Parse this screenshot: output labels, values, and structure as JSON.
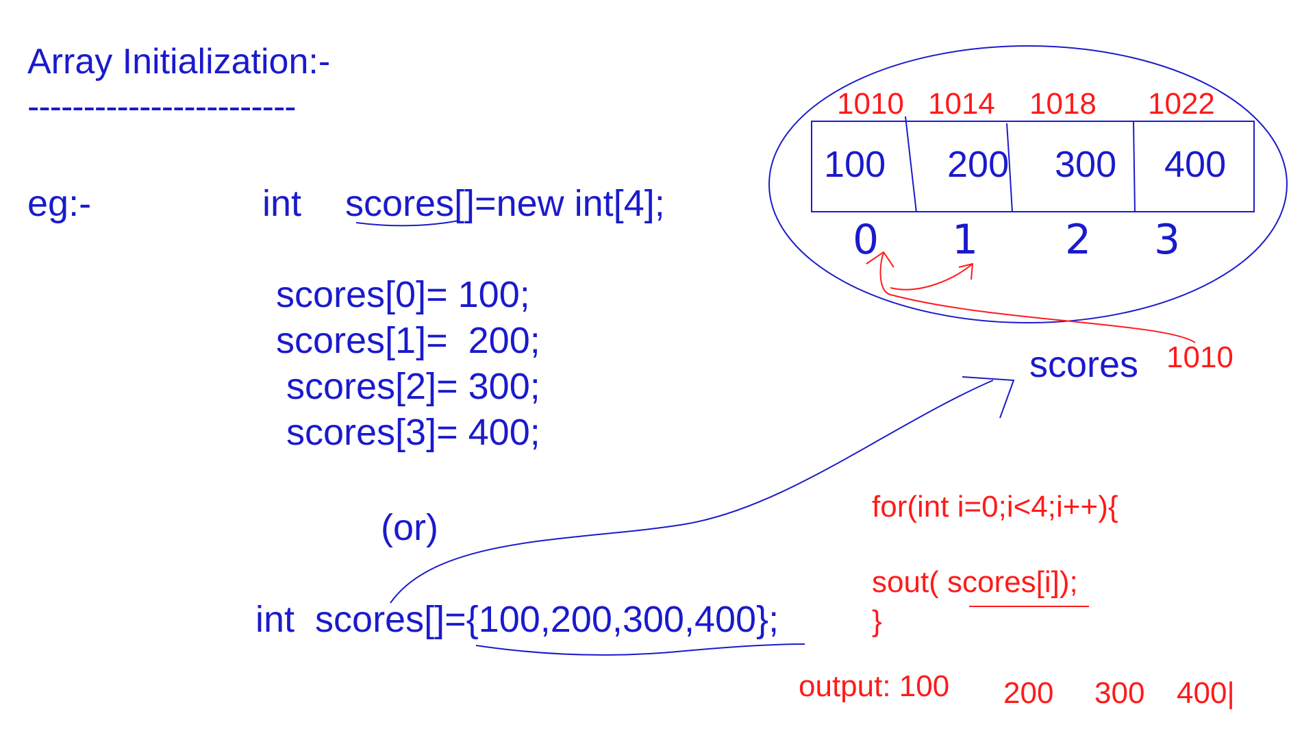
{
  "title": "Array Initialization:-",
  "title_underline": "------------------------",
  "example_label": "eg:-",
  "code_block_1": {
    "decl_type": "int",
    "decl_rest": "scores[]=new int[4];",
    "assignments": [
      "scores[0]= 100;",
      "scores[1]=  200;",
      "scores[2]= 300;",
      "scores[3]= 400;"
    ]
  },
  "or_label": "(or)",
  "code_block_2": "int  scores[]={100,200,300,400};",
  "memory": {
    "addresses": [
      "1010",
      "1014",
      "1018",
      "1022"
    ],
    "cells": [
      "100",
      "200",
      "300",
      "400"
    ],
    "indices": [
      "0",
      "1",
      "2",
      "3"
    ],
    "variable_name": "scores",
    "variable_address": "1010"
  },
  "loop": {
    "line1": "for(int i=0;i<4;i++){",
    "line2": "sout( scores[i]);",
    "line3": "}"
  },
  "output": {
    "label": "output: 100",
    "values": [
      "200",
      "300",
      "400|"
    ]
  },
  "colors": {
    "ink_blue": "#1a1acc",
    "ink_red": "#ff1a1a"
  }
}
